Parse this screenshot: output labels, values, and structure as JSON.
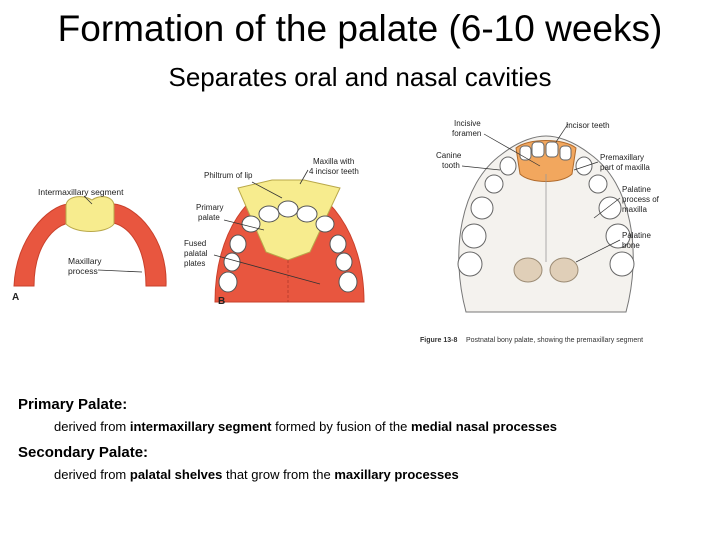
{
  "title": "Formation of the palate (6-10 weeks)",
  "subtitle": "Separates oral and nasal cavities",
  "figure_a": {
    "label_intermaxillary": "Intermaxillary segment",
    "label_maxillary_line1": "Maxillary",
    "label_maxillary_line2": "process",
    "panel_letter": "A"
  },
  "figure_b": {
    "label_maxilla_line1": "Maxilla with",
    "label_maxilla_line2": "4 incisor teeth",
    "label_philtrum": "Philtrum of lip",
    "label_primary_line1": "Primary",
    "label_primary_line2": "palate",
    "label_fused_line1": "Fused",
    "label_fused_line2": "palatal",
    "label_fused_line3": "plates",
    "panel_letter": "B"
  },
  "figure_c": {
    "label_incisive_line1": "Incisive",
    "label_incisive_line2": "foramen",
    "label_incisor_teeth": "Incisor teeth",
    "label_canine_line1": "Canine",
    "label_canine_line2": "tooth",
    "label_premax_line1": "Premaxillary",
    "label_premax_line2": "part of maxilla",
    "label_palatine_proc_line1": "Palatine",
    "label_palatine_proc_line2": "process of",
    "label_palatine_proc_line3": "maxilla",
    "label_palatine_bone_line1": "Palatine",
    "label_palatine_bone_line2": "bone",
    "caption_figure": "Figure 13-8",
    "caption_text": "Postnatal bony palate, showing the premaxillary segment"
  },
  "notes": {
    "primary_heading": "Primary Palate:",
    "primary_desc_prefix": "derived from ",
    "primary_desc_term1": "intermaxillary segment",
    "primary_desc_mid": " formed by fusion of the ",
    "primary_desc_term2": "medial nasal processes",
    "secondary_heading": "Secondary Palate:",
    "secondary_desc_prefix": "derived from ",
    "secondary_desc_term1": "palatal shelves",
    "secondary_desc_mid": " that grow from the ",
    "secondary_desc_term2": "maxillary processes"
  }
}
